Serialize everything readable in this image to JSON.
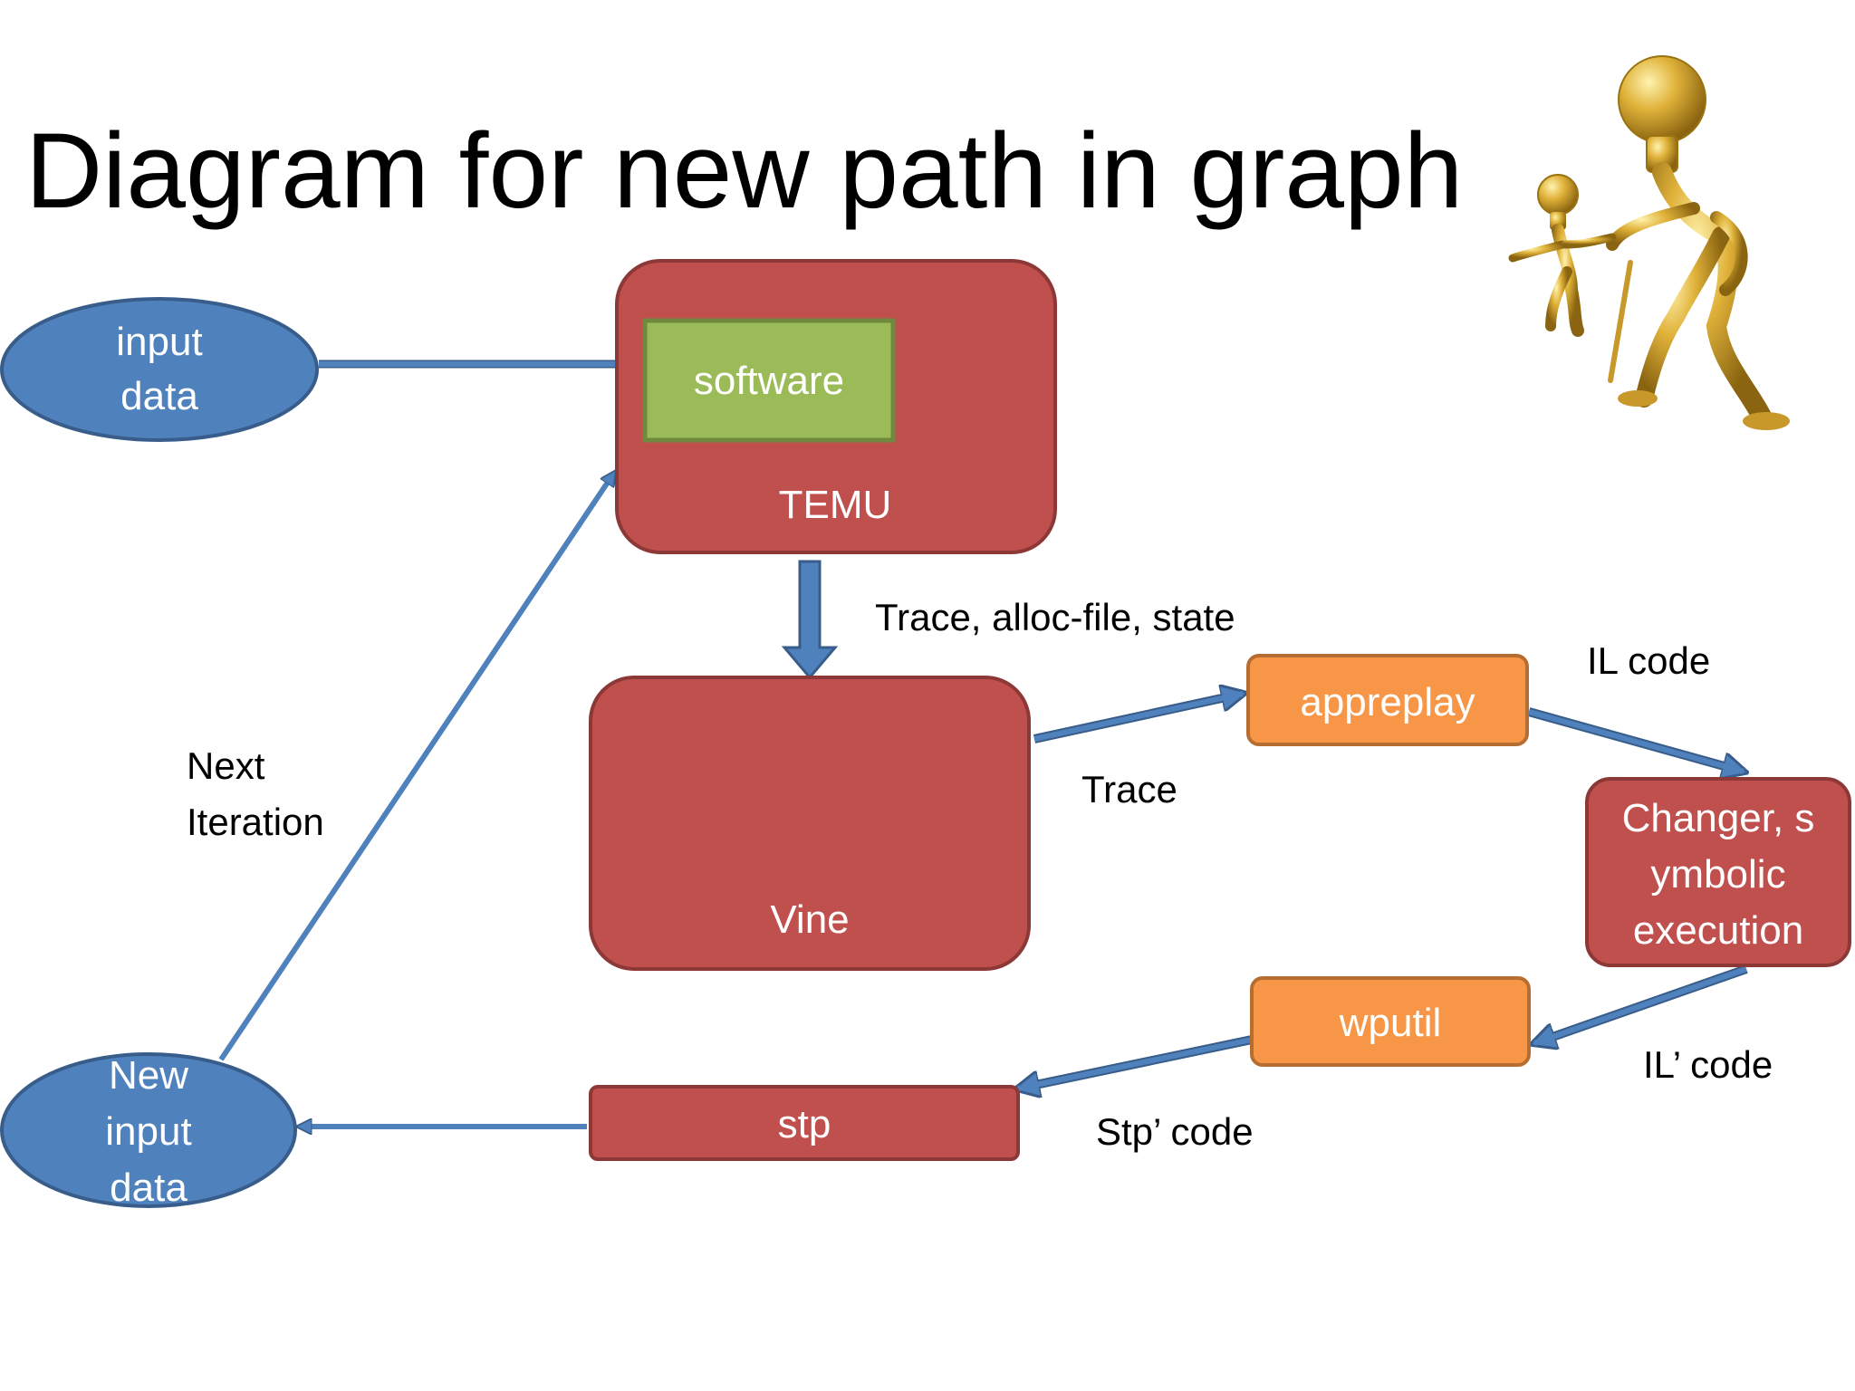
{
  "slide": {
    "title": "Diagram for new path in graph"
  },
  "nodes": {
    "input_data": {
      "line1": "input",
      "line2": "data"
    },
    "software": "software",
    "temu": "TEMU",
    "vine": "Vine",
    "appreplay": "appreplay",
    "changer": {
      "line1": "Changer, s",
      "line2": "ymbolic",
      "line3": "execution"
    },
    "wputil": "wputil",
    "stp": "stp",
    "new_input": {
      "line1": "New",
      "line2": "input",
      "line3": "data"
    }
  },
  "edges": {
    "trace_alloc_state": "Trace, alloc-file, state",
    "trace": "Trace",
    "il_code": "IL code",
    "il_prime_code": "IL’ code",
    "stp_prime_code": "Stp’ code",
    "next_iteration": {
      "line1": "Next",
      "line2": "Iteration"
    }
  },
  "colors": {
    "oval_fill": "#4f81bd",
    "oval_stroke": "#385d8a",
    "red_fill": "#c0504d",
    "red_stroke": "#8c3836",
    "green_fill": "#9bbb59",
    "green_stroke": "#71893f",
    "orange_fill": "#f79646",
    "orange_stroke": "#b66d31",
    "arrow": "#4f81bd",
    "arrow_dark": "#385d8a",
    "gold": "#d4a017"
  },
  "icons": {
    "clipart": "gold-lightbulb-figures-icon"
  }
}
